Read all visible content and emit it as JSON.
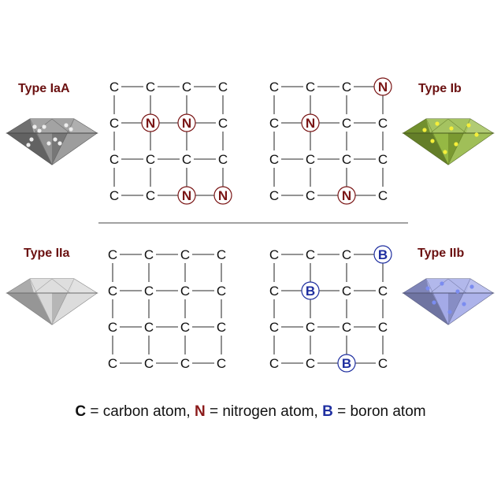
{
  "panels": [
    {
      "id": "iaa",
      "label": "Type IaA",
      "gem_color": "#8c8c8c",
      "grid": [
        [
          "C",
          "C",
          "C",
          "C"
        ],
        [
          "C",
          "N",
          "N",
          "C"
        ],
        [
          "C",
          "C",
          "C",
          "C"
        ],
        [
          "C",
          "C",
          "N",
          "N"
        ]
      ]
    },
    {
      "id": "ib",
      "label": "Type Ib",
      "gem_color": "#8fb43a",
      "grid": [
        [
          "C",
          "C",
          "C",
          "N"
        ],
        [
          "C",
          "N",
          "C",
          "C"
        ],
        [
          "C",
          "C",
          "C",
          "C"
        ],
        [
          "C",
          "C",
          "N",
          "C"
        ]
      ]
    },
    {
      "id": "iia",
      "label": "Type IIa",
      "gem_color": "#d6d6d6",
      "grid": [
        [
          "C",
          "C",
          "C",
          "C"
        ],
        [
          "C",
          "C",
          "C",
          "C"
        ],
        [
          "C",
          "C",
          "C",
          "C"
        ],
        [
          "C",
          "C",
          "C",
          "C"
        ]
      ]
    },
    {
      "id": "iib",
      "label": "Type IIb",
      "gem_color": "#9fa6e6",
      "grid": [
        [
          "C",
          "C",
          "C",
          "B"
        ],
        [
          "C",
          "B",
          "C",
          "C"
        ],
        [
          "C",
          "C",
          "C",
          "C"
        ],
        [
          "C",
          "C",
          "B",
          "C"
        ]
      ]
    }
  ],
  "legend": {
    "c_symbol": "C",
    "c_text": " = carbon atom, ",
    "n_symbol": "N",
    "n_text": " = nitrogen atom, ",
    "b_symbol": "B",
    "b_text": " = boron atom"
  },
  "colors": {
    "carbon": "#111111",
    "nitrogen": "#7a1515",
    "boron": "#1f2fa0",
    "bond": "#555555"
  }
}
